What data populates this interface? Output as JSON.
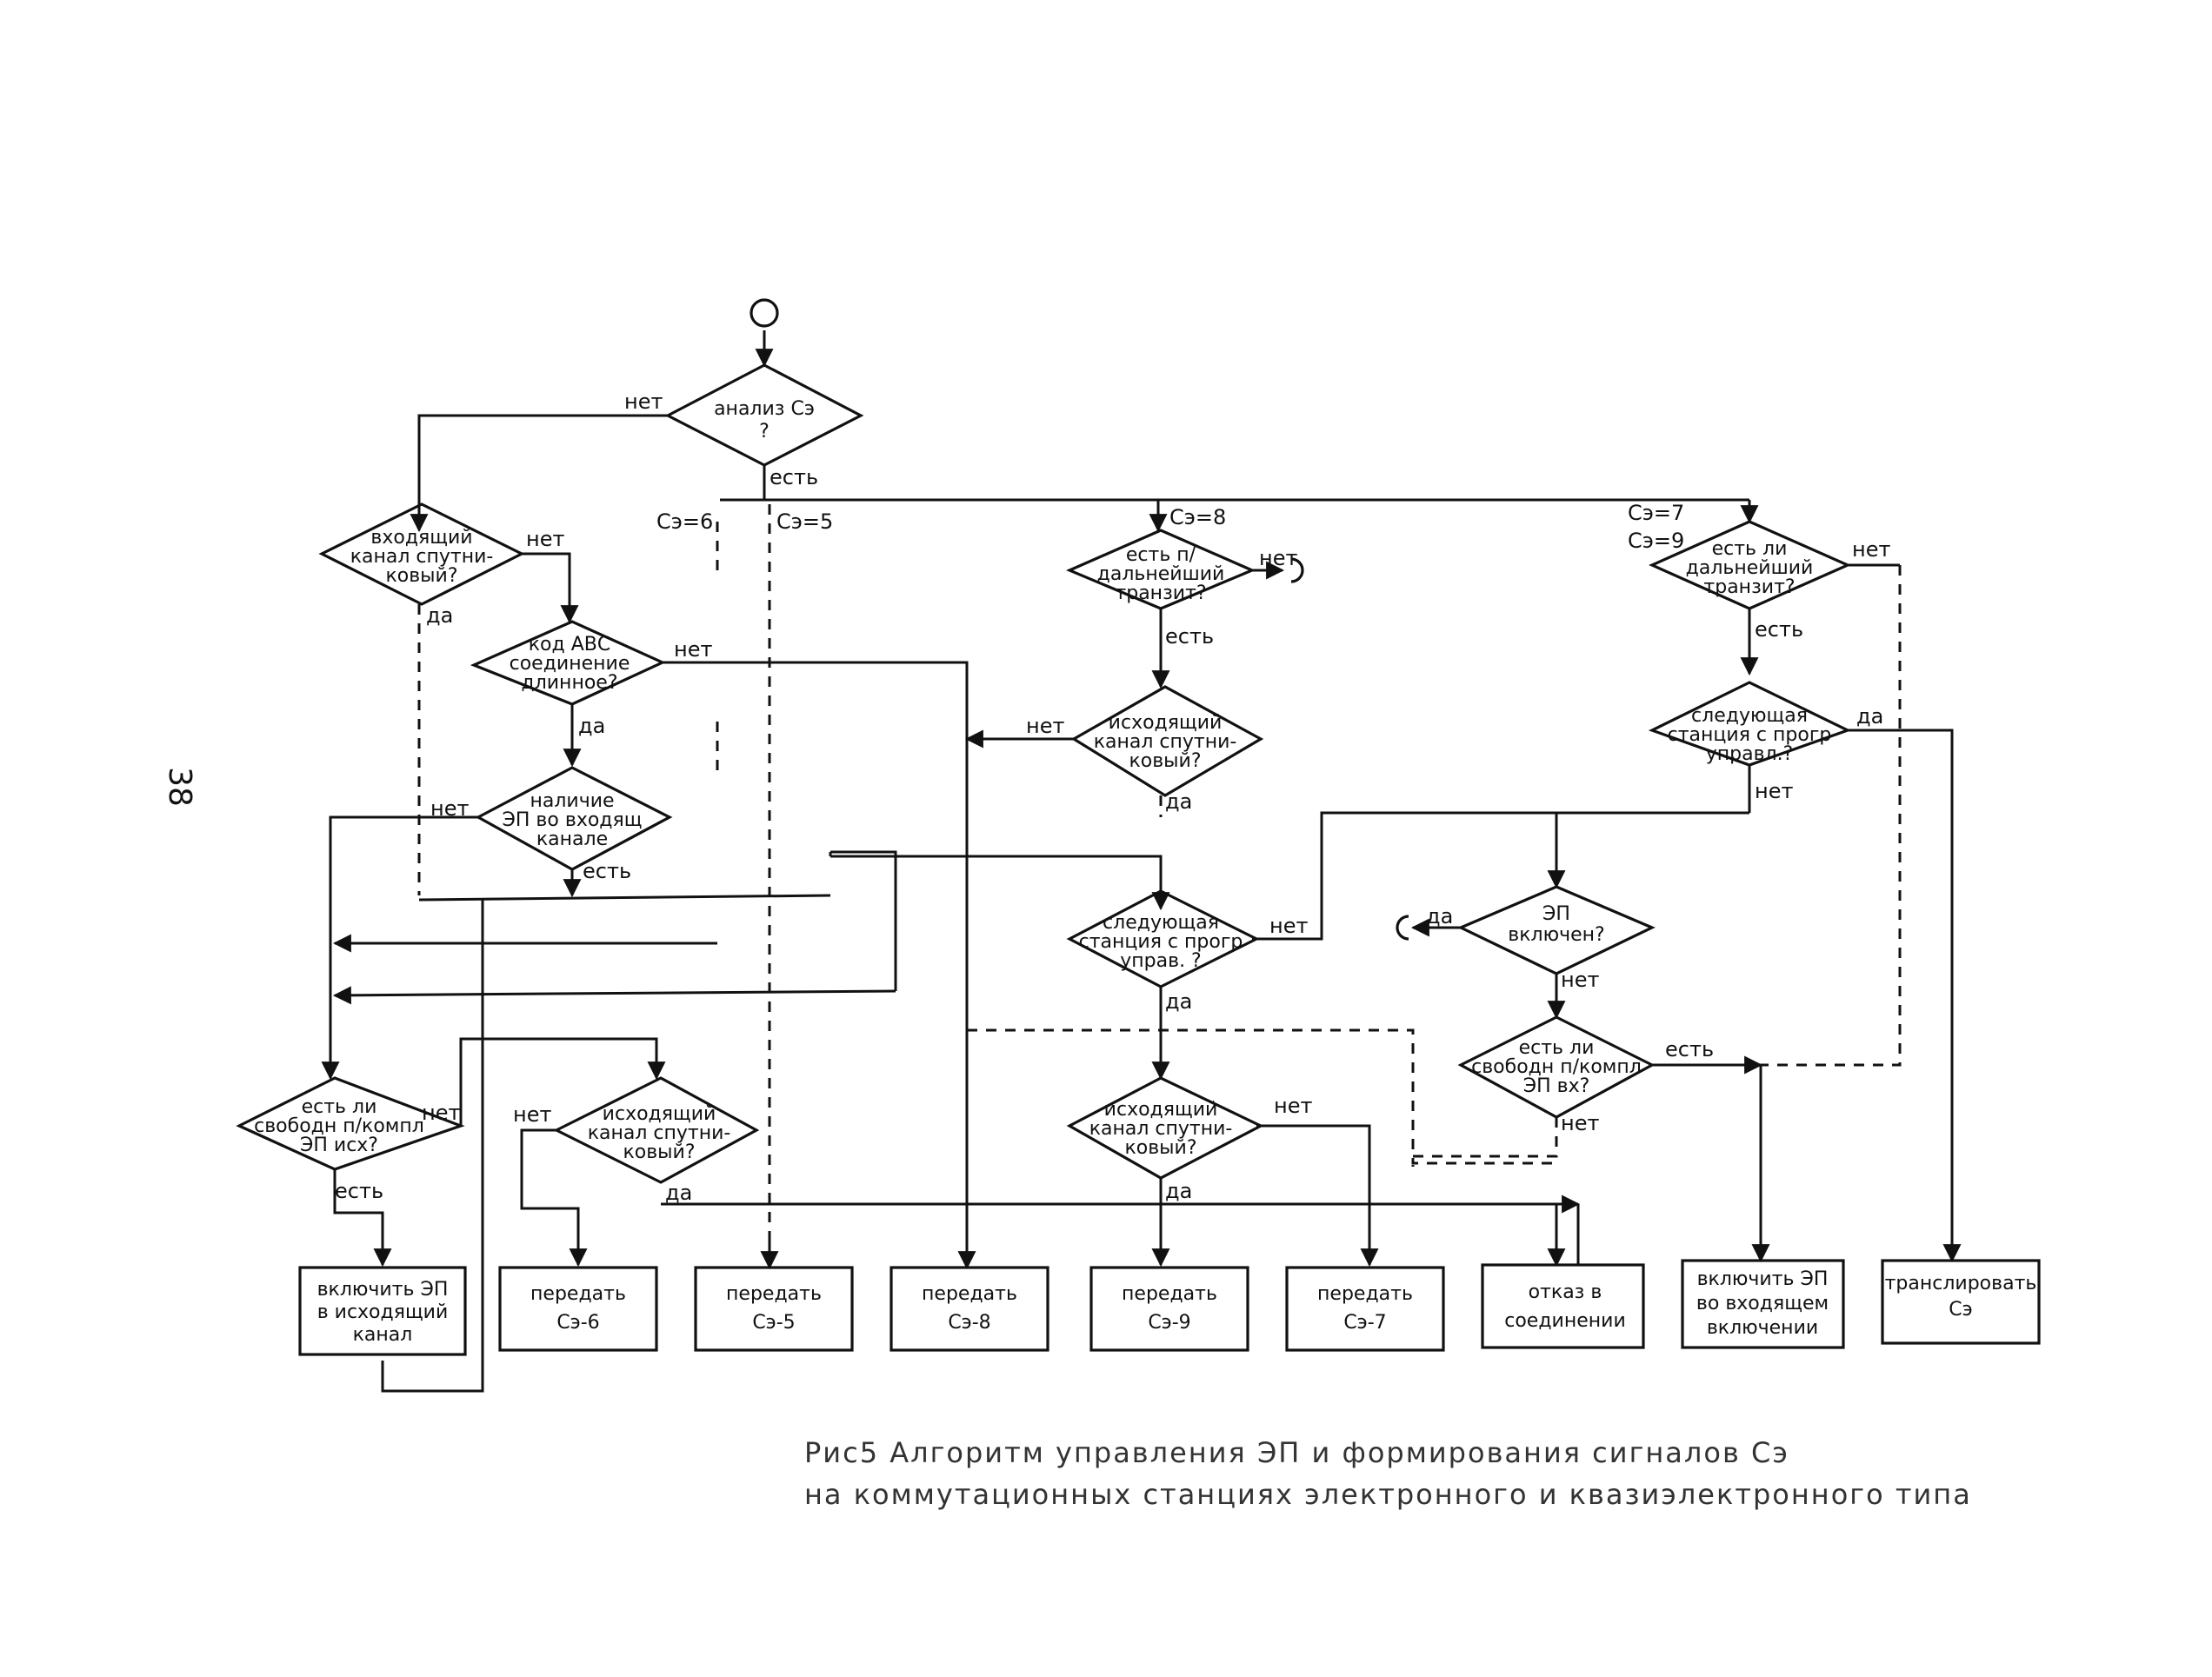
{
  "page_number": "38",
  "caption": {
    "line1": "Рис5 Алгоритм управления ЭП и формирования сигналов Сэ",
    "line2": "на коммутационных станциях электронного и квазиэлектронного типа"
  },
  "decisions": {
    "analysis": [
      "анализ Сэ",
      "?"
    ],
    "incoming_sat": [
      "входящий",
      "канал спутни-",
      "ковый?"
    ],
    "abc_long": [
      "код АВС",
      "соединение",
      "длинное?"
    ],
    "ep_presence": [
      "наличие",
      "ЭП во входящ",
      "канале"
    ],
    "free_out": [
      "есть ли",
      "свободн п/компл",
      "ЭП исх?"
    ],
    "outgoing_sat_left": [
      "исходящий",
      "канал спутни-",
      "ковый?"
    ],
    "further_transit_mid": [
      "есть п/",
      "дальнейший",
      "транзит?"
    ],
    "outgoing_sat_mid": [
      "исходящий",
      "канал спутни-",
      "ковый?"
    ],
    "next_prog_mid": [
      "следующая",
      "станция с прогр",
      "управ. ?"
    ],
    "outgoing_sat_low": [
      "исходящий",
      "канал спутни-",
      "ковый?"
    ],
    "further_transit_right": [
      "есть ли",
      "дальнейший",
      "транзит?"
    ],
    "next_prog_right": [
      "следующая",
      "станция с прогр",
      "управл.?"
    ],
    "ep_on": [
      "ЭП",
      "включен?"
    ],
    "free_in": [
      "есть ли",
      "свободн п/компл",
      "ЭП вх?"
    ]
  },
  "actions": {
    "enable_out": [
      "включить ЭП",
      "в исходящий",
      "канал"
    ],
    "send_6": [
      "передать",
      "Сэ-6"
    ],
    "send_5": [
      "передать",
      "Сэ-5"
    ],
    "send_8": [
      "передать",
      "Сэ-8"
    ],
    "send_9": [
      "передать",
      "Сэ-9"
    ],
    "send_7": [
      "передать",
      "Сэ-7"
    ],
    "refuse": [
      "отказ в",
      "соединении"
    ],
    "enable_in": [
      "включить ЭП",
      "во входящем",
      "включении"
    ],
    "relay": [
      "транслировать",
      "Сэ"
    ]
  },
  "edge_labels": {
    "net": "нет",
    "da": "да",
    "est": "есть",
    "se6": "Сэ=6",
    "se5": "Сэ=5",
    "se8": "Сэ=8",
    "se7": "Сэ=7",
    "se9": "Сэ=9"
  }
}
